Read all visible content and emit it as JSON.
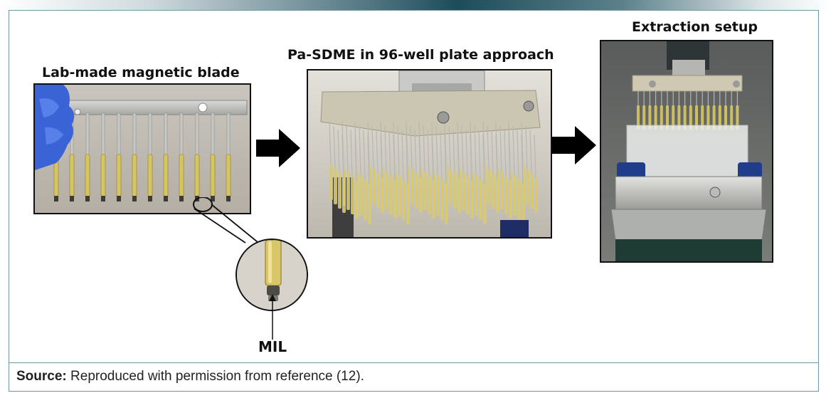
{
  "panels": [
    {
      "label": "Lab-made magnetic blade",
      "image": "photo of a gloved hand holding a steel comb-shaped blade with yellow-tipped rods"
    },
    {
      "label": "Pa-SDME in 96-well plate approach",
      "image": "photo of a 96-pin head with yellow-coated rods mounted on a stand"
    },
    {
      "label": "Extraction setup",
      "image": "photo of the pin head lowered into a 96-well plate on a shaker"
    }
  ],
  "zoom": {
    "label": "MIL"
  },
  "caption": {
    "source_label": "Source:",
    "text": " Reproduced with permission from reference (12)."
  },
  "colors": {
    "frame_border": "#6d9aa6",
    "banner_dark": "#1d4c5a",
    "arrow": "#000000"
  }
}
